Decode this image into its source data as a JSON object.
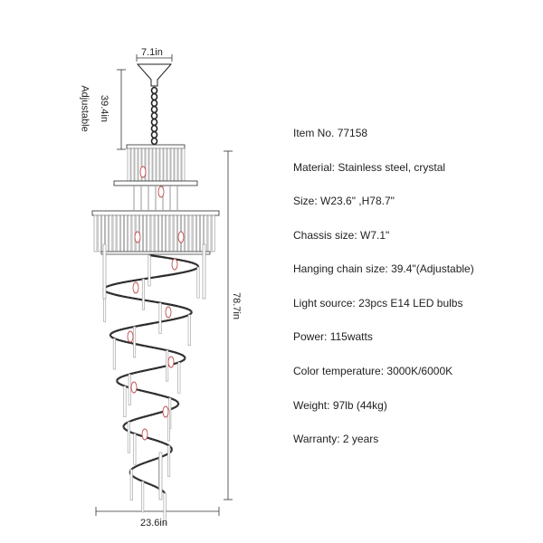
{
  "dimensions": {
    "chassis_width": "7.1in",
    "chain_length": "39.4in",
    "chain_note": "Adjustable",
    "total_height": "78.7in",
    "total_width": "23.6in"
  },
  "specs": [
    {
      "label": "Item No.",
      "value": "77158"
    },
    {
      "label": "Material:",
      "value": "Stainless steel, crystal"
    },
    {
      "label": "Size:",
      "value": "W23.6\" ,H78.7\""
    },
    {
      "label": "Chassis size:",
      "value": "W7.1\""
    },
    {
      "label": "Hanging chain size:",
      "value": "39.4\"(Adjustable)"
    },
    {
      "label": "Light source:",
      "value": "23pcs E14 LED bulbs"
    },
    {
      "label": "Power:",
      "value": "115watts"
    },
    {
      "label": "Color temperature:",
      "value": "3000K/6000K"
    },
    {
      "label": "Weight:",
      "value": "97lb (44kg)"
    },
    {
      "label": "Warranty:",
      "value": "2 years"
    }
  ],
  "colors": {
    "line": "#2a2a2a",
    "crystal": "#9a9a9a",
    "bulb": "#c0504d"
  }
}
